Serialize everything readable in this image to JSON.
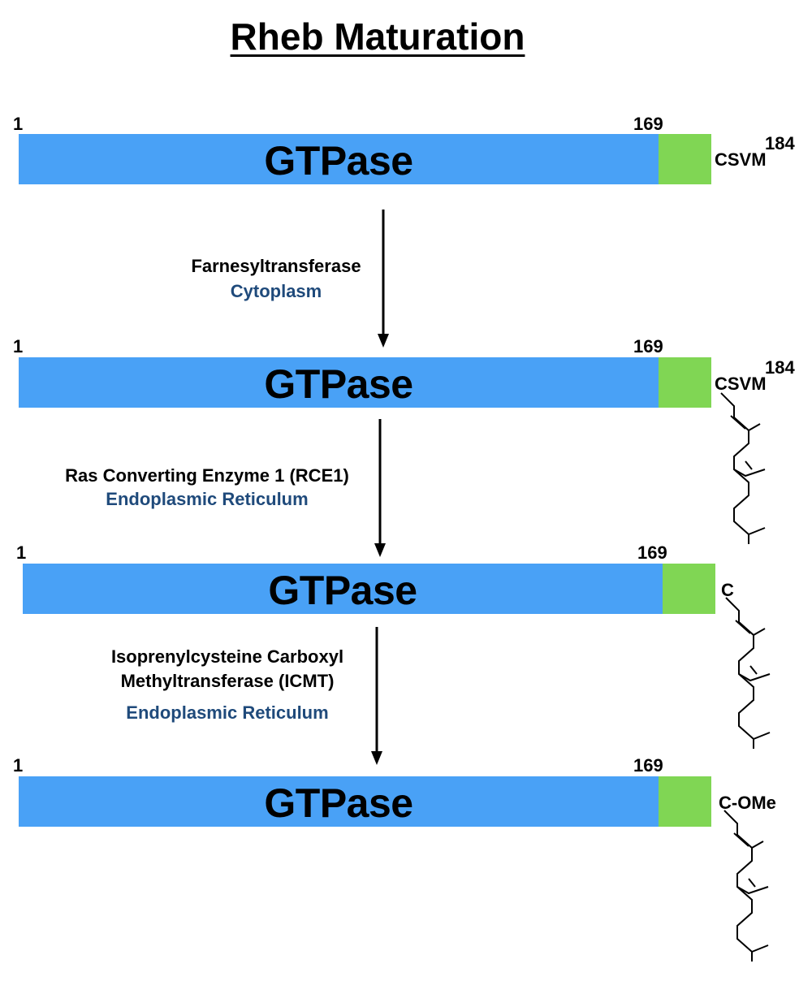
{
  "title": "Rheb Maturation",
  "colors": {
    "gtpase_domain": "#49a1f6",
    "c_terminal_tail": "#80d654",
    "location_text": "#1f4a7b"
  },
  "proteins": [
    {
      "start": "1",
      "domain": "GTPase",
      "domain_end": "169",
      "tail": "CSVM",
      "end": "184",
      "modification": ""
    },
    {
      "start": "1",
      "domain": "GTPase",
      "domain_end": "169",
      "tail": "CSVM",
      "end": "184",
      "modification": "farnesyl"
    },
    {
      "start": "1",
      "domain": "GTPase",
      "domain_end": "169",
      "tail": "C",
      "end": "",
      "modification": "farnesyl"
    },
    {
      "start": "1",
      "domain": "GTPase",
      "domain_end": "169",
      "tail": "C-OMe",
      "end": "",
      "modification": "farnesyl"
    }
  ],
  "steps": [
    {
      "enzyme_line1": "Farnesyltransferase",
      "enzyme_line2": "",
      "location": "Cytoplasm"
    },
    {
      "enzyme_line1": "Ras Converting Enzyme 1 (RCE1)",
      "enzyme_line2": "",
      "location": "Endoplasmic Reticulum"
    },
    {
      "enzyme_line1": "Isoprenylcysteine Carboxyl",
      "enzyme_line2": "Methyltransferase (ICMT)",
      "location": "Endoplasmic Reticulum"
    }
  ]
}
